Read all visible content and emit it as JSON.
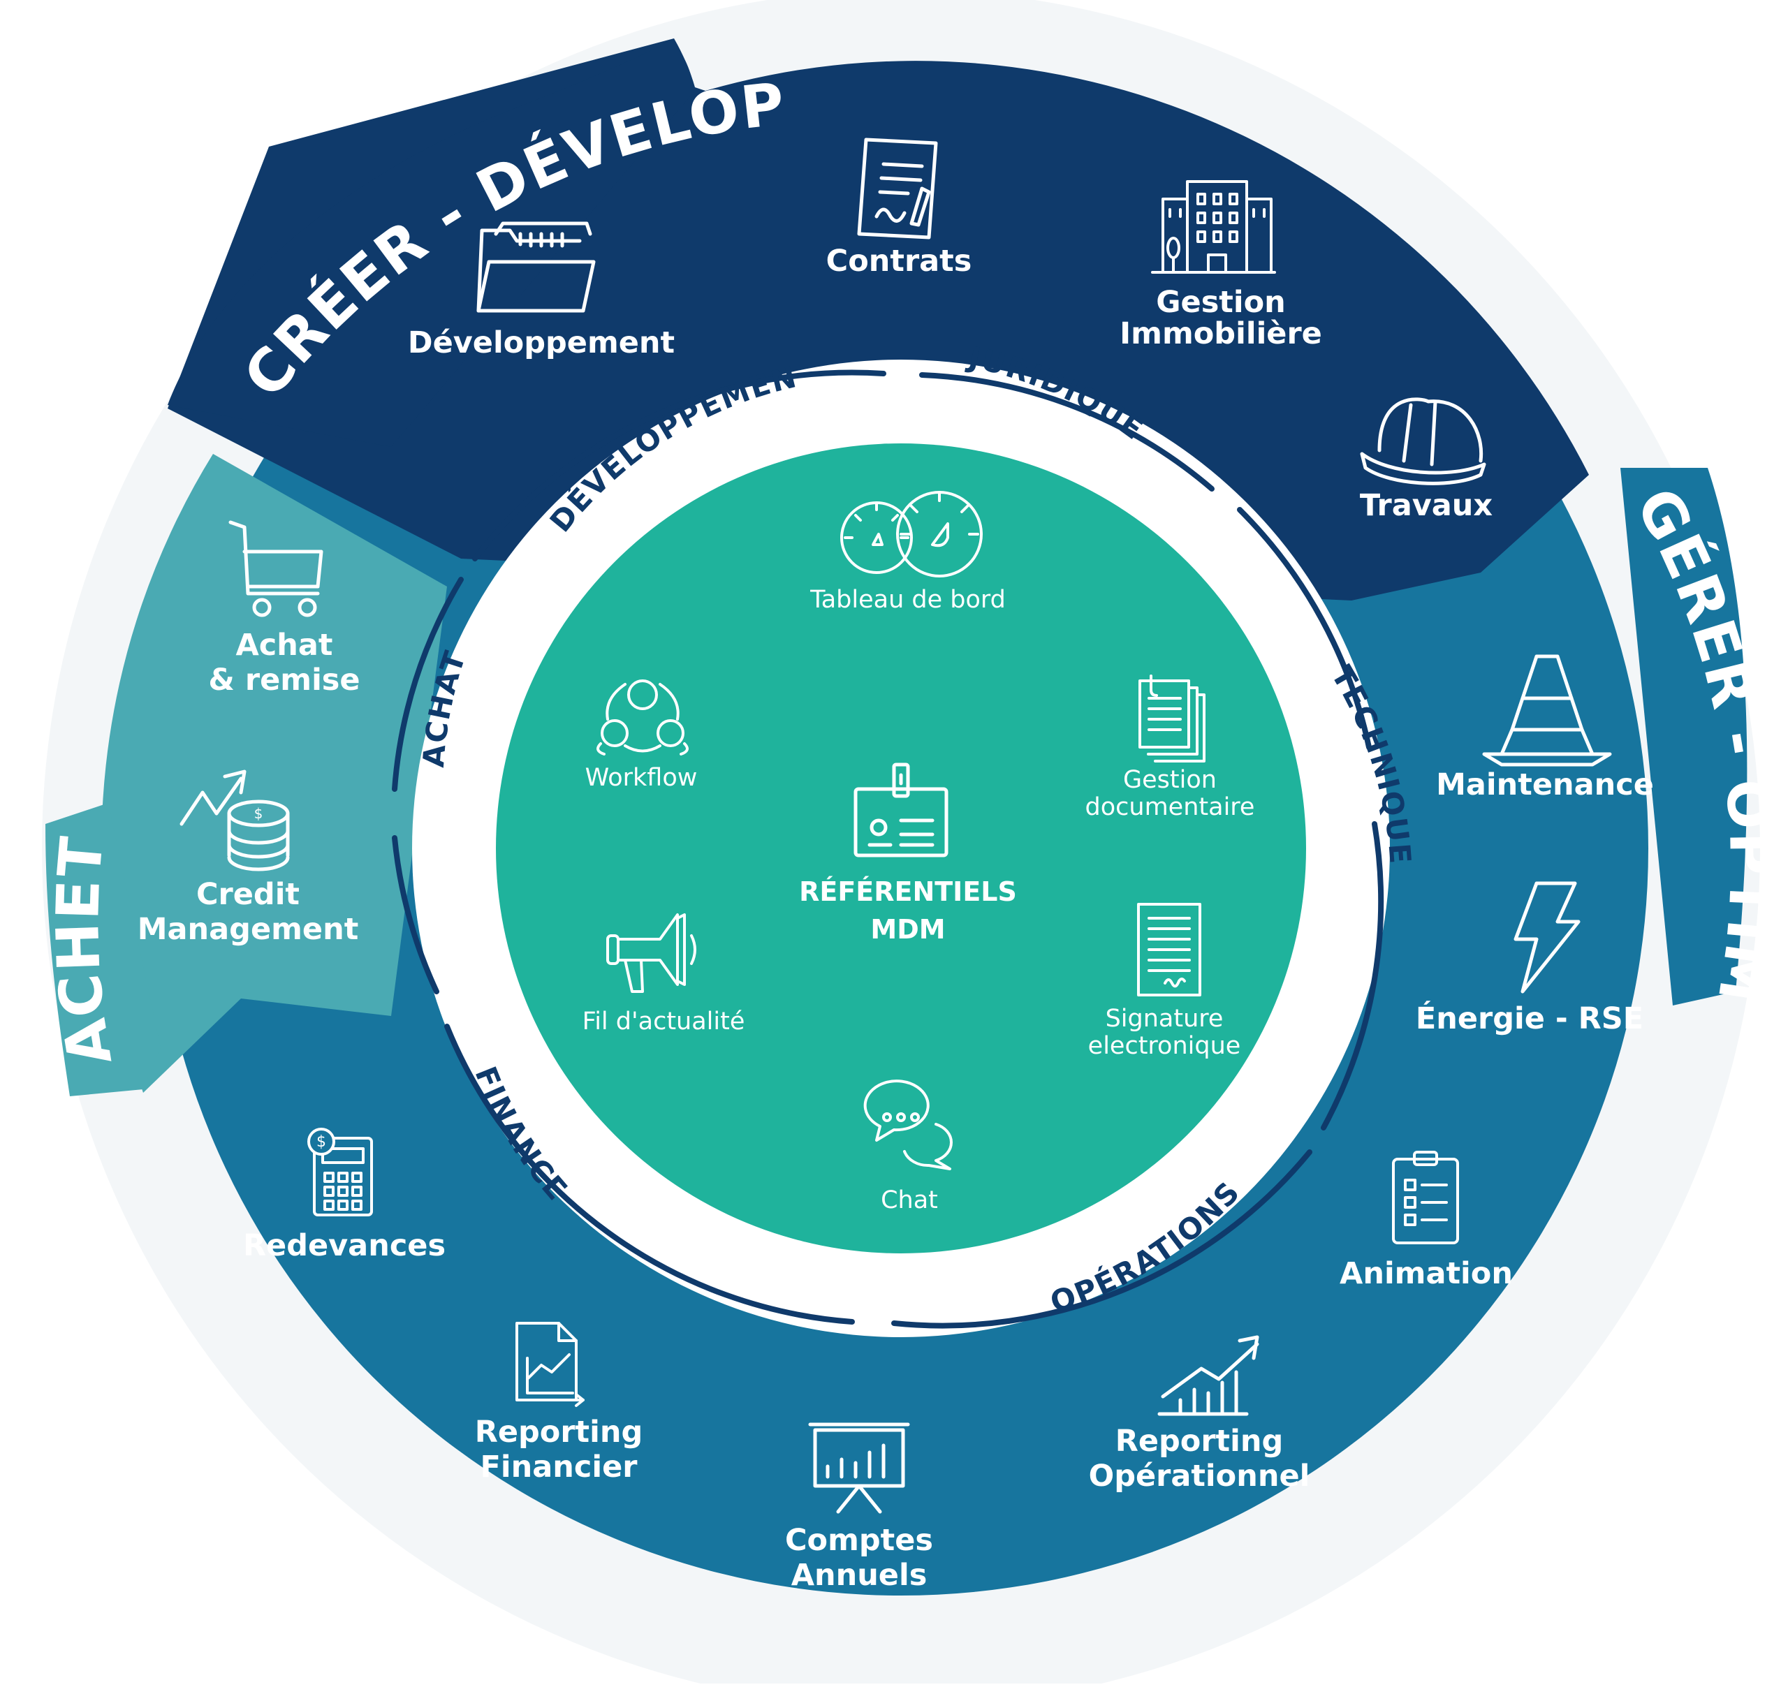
{
  "colors": {
    "creer": "#0f3a6b",
    "acheter": "#4aaab3",
    "gerer": "#17759e",
    "center": "#1fb39c",
    "ring": "#ffffff",
    "ring_text": "#0f3a6b"
  },
  "segments": {
    "creer": "CRÉER - DÉVELOPPER",
    "acheter": "ACHETER",
    "gerer": "GÉRER - OPTIMISER"
  },
  "ring": {
    "developpement": "DÉVELOPPEMENT",
    "juridique": "JURIDIQUE",
    "technique": "TECHNIQUE",
    "operations": "OPÉRATIONS",
    "finance": "FINANCE",
    "achat": "ACHAT"
  },
  "outer": {
    "developpement": "Développement",
    "contrats": "Contrats",
    "gestion_immo": [
      "Gestion",
      "Immobilière"
    ],
    "travaux": "Travaux",
    "achat_remise": [
      "Achat",
      "& remise"
    ],
    "credit": [
      "Credit",
      "Management"
    ],
    "maintenance": "Maintenance",
    "energie": "Énergie - RSE",
    "animation": "Animation",
    "reporting_op": [
      "Reporting",
      "Opérationnel"
    ],
    "comptes": [
      "Comptes",
      "Annuels"
    ],
    "reporting_fin": [
      "Reporting",
      "Financier"
    ],
    "redevances": "Redevances"
  },
  "inner": {
    "tableau": "Tableau de bord",
    "workflow": "Workflow",
    "gestion_doc": [
      "Gestion",
      "documentaire"
    ],
    "fil": "Fil d'actualité",
    "signature": [
      "Signature",
      "electronique"
    ],
    "chat": "Chat"
  },
  "center": {
    "line1": "RÉFÉRENTIELS",
    "line2": "MDM"
  },
  "icons": {
    "developpement": "folder-icon",
    "contrats": "contract-icon",
    "gestion_immo": "building-icon",
    "travaux": "hard-hat-icon",
    "achat": "shopping-cart-icon",
    "credit": "coins-growth-icon",
    "maintenance": "traffic-cone-icon",
    "energie": "lightning-icon",
    "animation": "checklist-clipboard-icon",
    "reporting_op": "bar-chart-growth-icon",
    "comptes": "presentation-board-icon",
    "reporting_fin": "report-document-icon",
    "redevances": "calculator-icon",
    "tableau": "gauge-icon",
    "workflow": "workflow-icon",
    "gestion_doc": "documents-icon",
    "fil": "megaphone-icon",
    "signature": "signed-document-icon",
    "chat": "chat-bubbles-icon",
    "center": "id-badge-icon"
  }
}
